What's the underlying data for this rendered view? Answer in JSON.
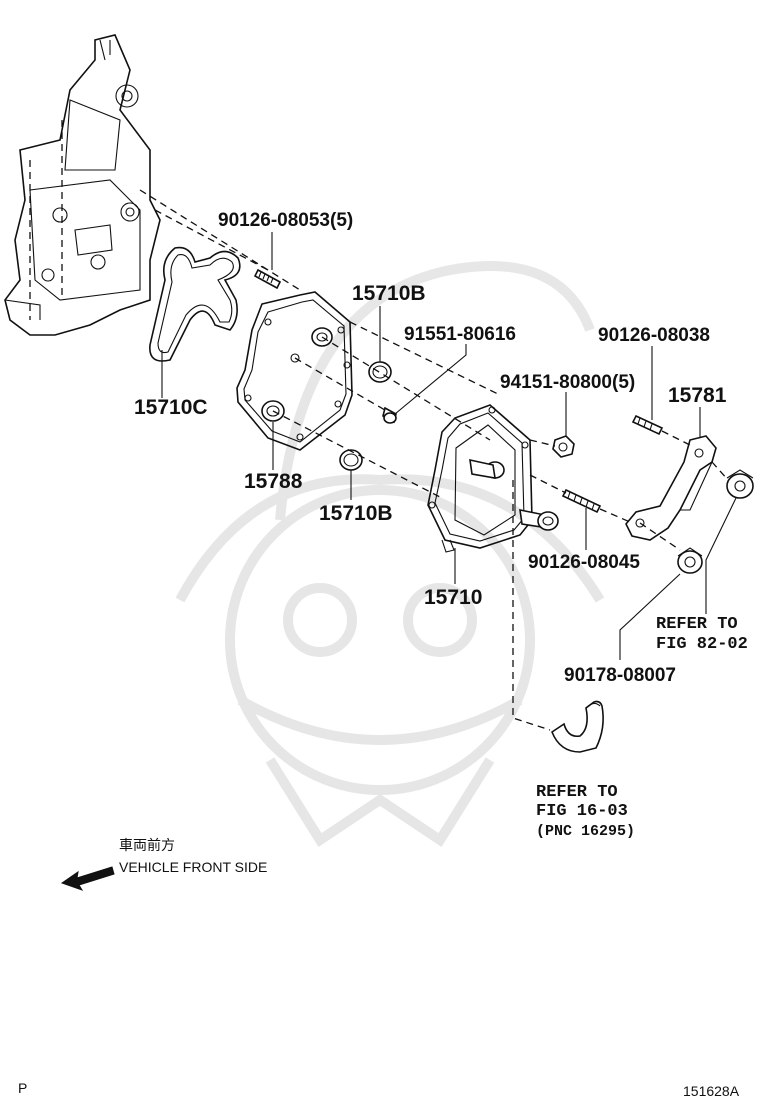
{
  "parts": {
    "bolt_top": "90126-08053(5)",
    "gasket_15710C": "15710C",
    "oring_top": "15710B",
    "plug_91551": "91551-80616",
    "cover_15788": "15788",
    "oring_bottom": "15710B",
    "cooler_15710": "15710",
    "nut_94151": "94151-80800(5)",
    "stud_90126_08038": "90126-08038",
    "bracket_15781": "15781",
    "stud_90126_08045": "90126-08045",
    "bushing_90178": "90178-08007"
  },
  "refs": {
    "fig_82_line1": "REFER TO",
    "fig_82_line2": "FIG 82-02",
    "fig_16_line1": "REFER TO",
    "fig_16_line2": "FIG 16-03",
    "fig_16_line3": "(PNC 16295)"
  },
  "direction": {
    "japanese": "車両前方",
    "english": "VEHICLE FRONT SIDE",
    "icon": "arrow-left-icon"
  },
  "footer": {
    "left": "P",
    "right": "151628A"
  }
}
